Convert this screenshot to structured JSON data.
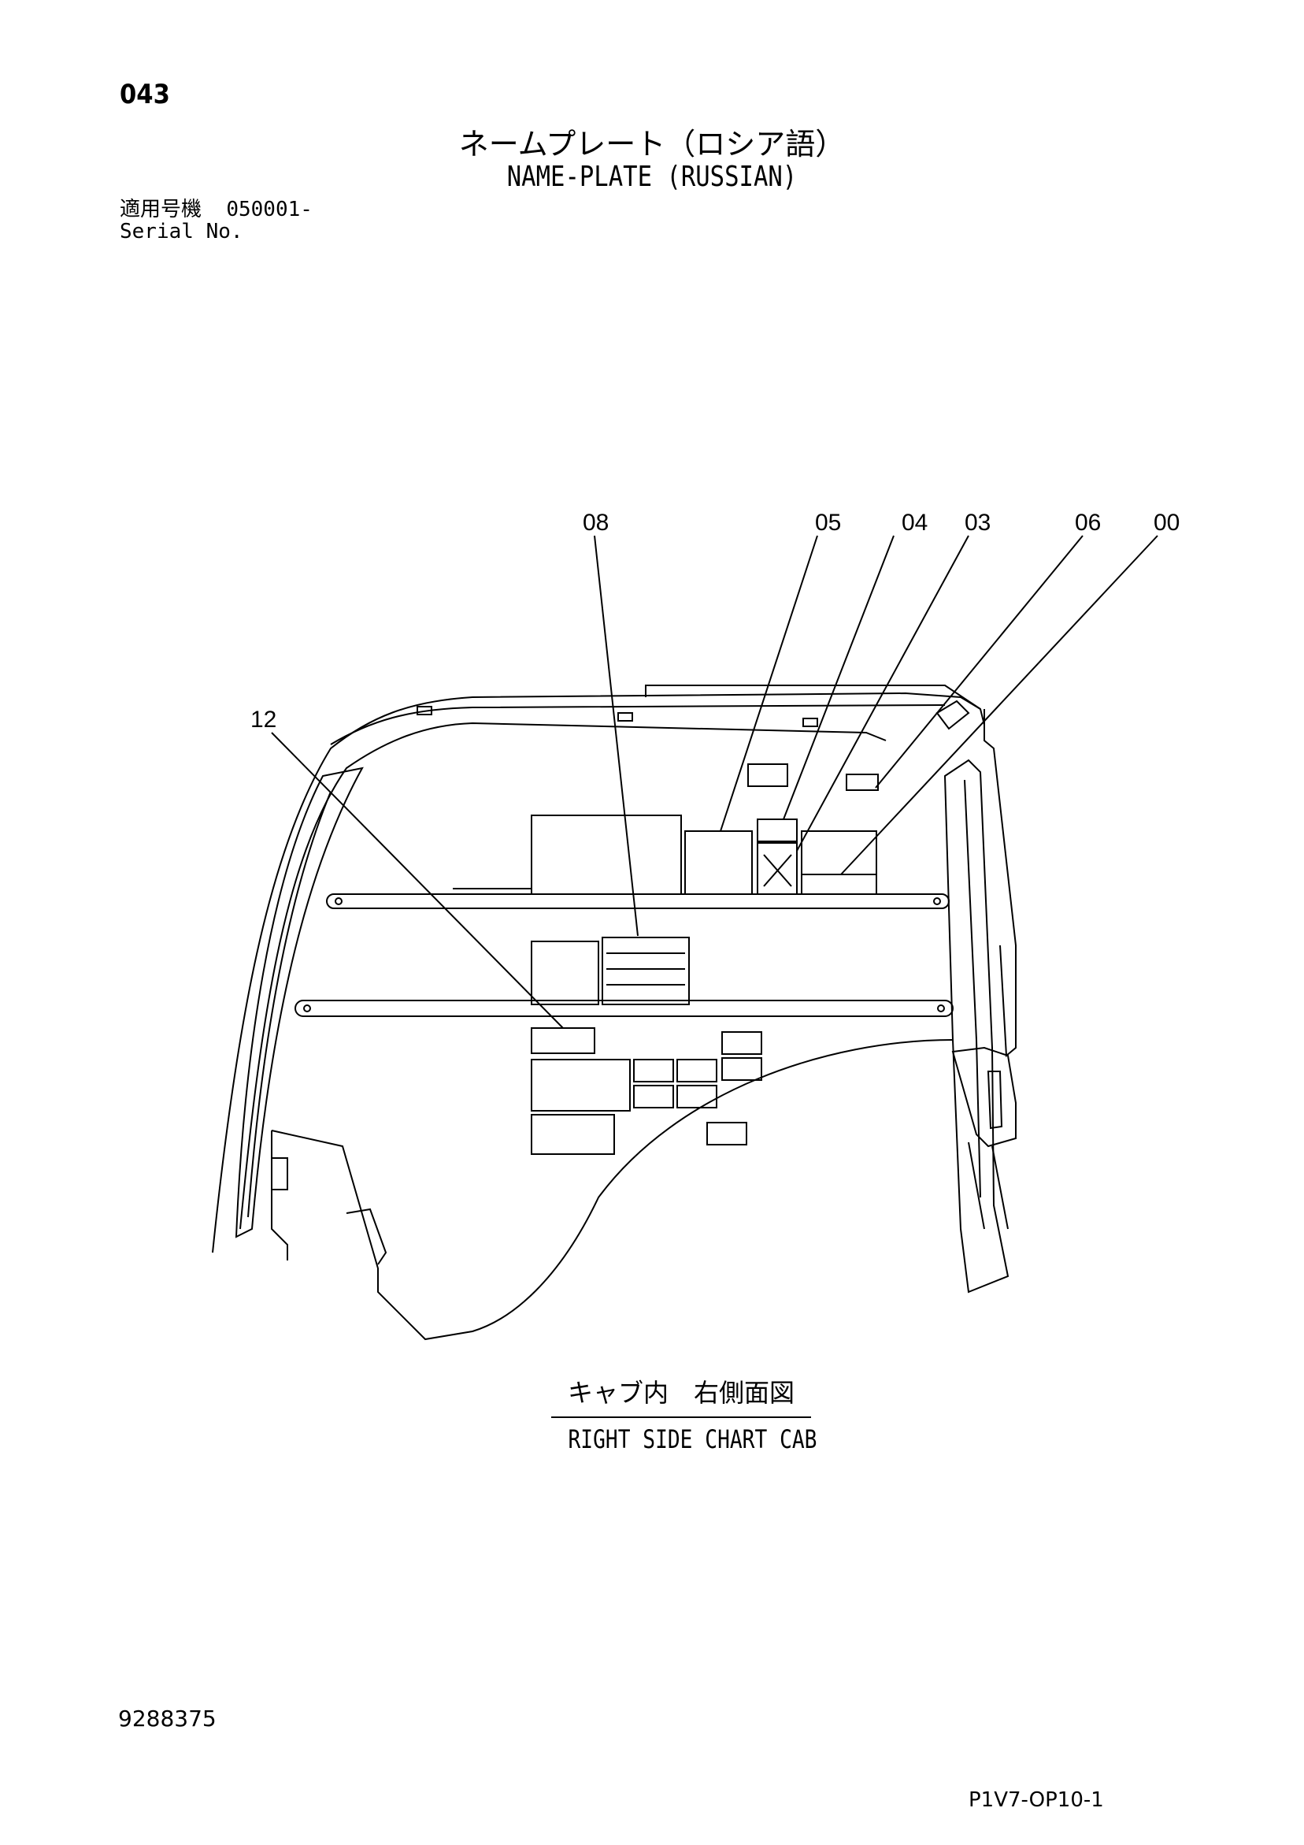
{
  "page": {
    "number": "043",
    "title_jp": "ネームプレート（ロシア語）",
    "title_en": "NAME-PLATE (RUSSIAN)",
    "serial_label_jp": "適用号機",
    "serial_value": "050001-",
    "serial_label_en": "Serial No."
  },
  "callouts": {
    "c08": "08",
    "c05": "05",
    "c04": "04",
    "c03": "03",
    "c06": "06",
    "c00": "00",
    "c12": "12"
  },
  "caption": {
    "jp": "キャブ内　右側面図",
    "en": "RIGHT SIDE CHART CAB"
  },
  "footer": {
    "doc_number": "9288375",
    "ref_code": "P1V7-OP10-1"
  }
}
